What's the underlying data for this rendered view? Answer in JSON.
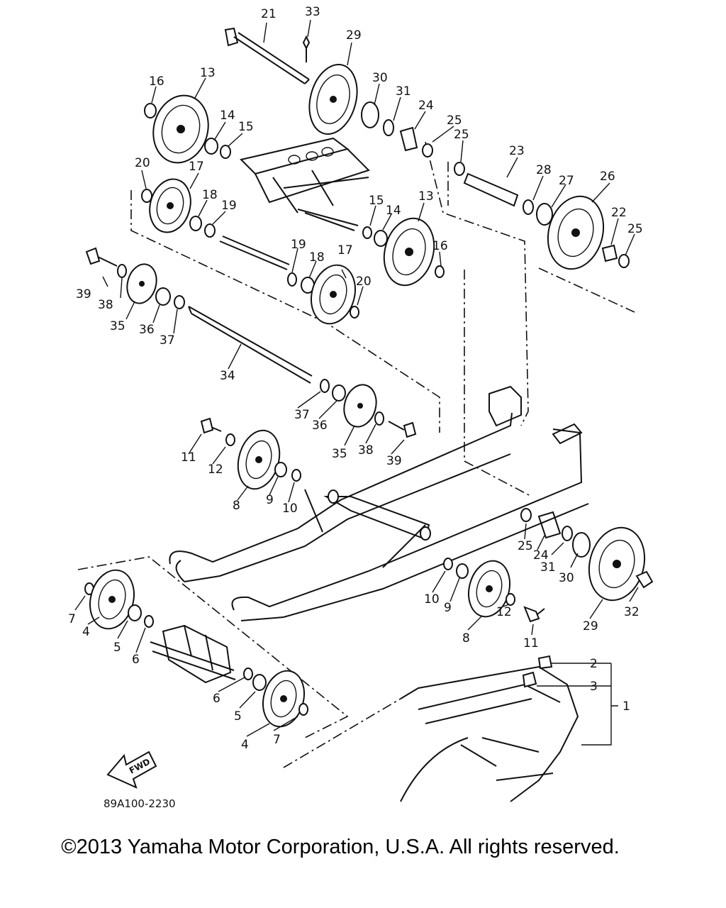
{
  "callouts": {
    "n1": "1",
    "n2": "2",
    "n3": "3",
    "n4": "4",
    "n5": "5",
    "n6": "6",
    "n7": "7",
    "n8": "8",
    "n9": "9",
    "n10": "10",
    "n11": "11",
    "n12": "12",
    "n13": "13",
    "n14": "14",
    "n15": "15",
    "n16": "16",
    "n17": "17",
    "n18": "18",
    "n19": "19",
    "n20": "20",
    "n21": "21",
    "n22": "22",
    "n23": "23",
    "n24": "24",
    "n25": "25",
    "n26": "26",
    "n27": "27",
    "n28": "28",
    "n29": "29",
    "n30": "30",
    "n31": "31",
    "n32": "32",
    "n33": "33",
    "n34": "34",
    "n35": "35",
    "n36": "36",
    "n37": "37",
    "n38": "38",
    "n39": "39"
  },
  "fwd_label": "FWD",
  "diagram_code": "89A100-2230",
  "copyright": "©2013 Yamaha Motor Corporation, U.S.A. All rights reserved."
}
